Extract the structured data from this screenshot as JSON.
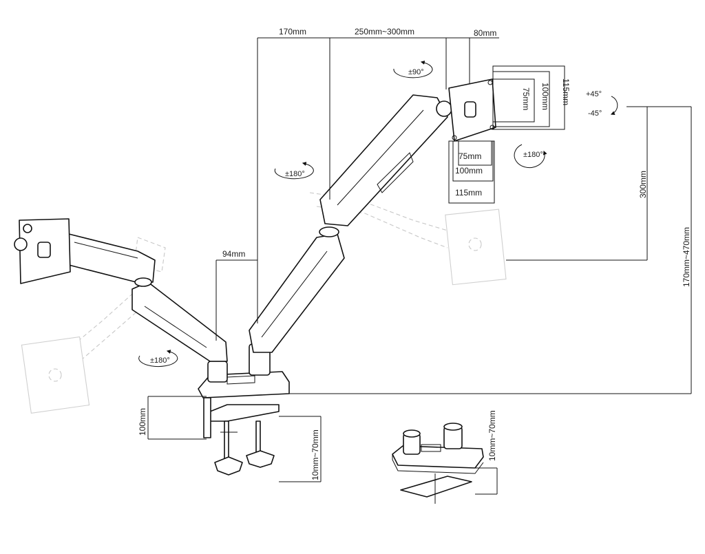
{
  "dimensions": {
    "arm_segment_top": "170mm",
    "arm_reach": "250mm~300mm",
    "head_offset": "80mm",
    "arm_segment_lower": "94mm",
    "vesa_75_h": "75mm",
    "vesa_100_h": "100mm",
    "vesa_115_h": "115mm",
    "vesa_75_w": "75mm",
    "vesa_100_w": "100mm",
    "vesa_115_w": "115mm",
    "height_adjust_right": "300mm",
    "height_total": "170mm~470mm",
    "clamp_depth": "100mm",
    "clamp_range": "10mm~70mm",
    "grommet_range": "10mm~70mm"
  },
  "rotations": {
    "tilt_90": "±90°",
    "mid_joint": "±180°",
    "left_joint": "±180°",
    "swivel_right": "±180°",
    "tilt_up": "+45°",
    "tilt_down": "-45°"
  },
  "icons": {
    "rotation_arrow": "curved-rotation-arrow-icon",
    "tilt_arrow": "tilt-arc-icon"
  },
  "colors": {
    "line": "#111111",
    "ghost": "#c7c7c7",
    "background": "#ffffff"
  }
}
